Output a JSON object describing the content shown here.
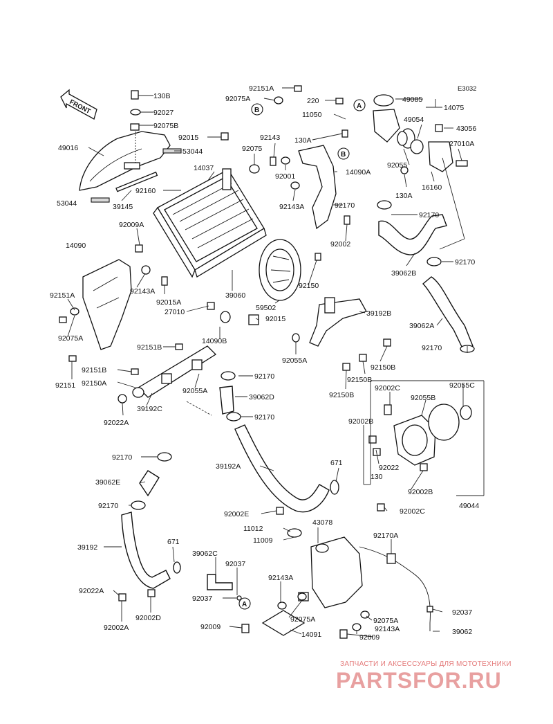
{
  "diagram": {
    "ref_code": "E3032",
    "front_label": "FRONT",
    "callouts": [
      "A",
      "B"
    ],
    "part_labels": [
      "130B",
      "92027",
      "92075B",
      "49016",
      "53044",
      "53044",
      "92160",
      "39145",
      "92015",
      "14037",
      "92009A",
      "14090",
      "92143A",
      "92015A",
      "27010",
      "39060",
      "92151A",
      "92075A",
      "92151",
      "92151B",
      "92151B",
      "92150A",
      "39192C",
      "92022A",
      "14090B",
      "92055A",
      "92170",
      "39062D",
      "92170",
      "92170",
      "39062E",
      "92170",
      "39192",
      "92022A",
      "92002A",
      "92002D",
      "671",
      "39192A",
      "92002E",
      "39062C",
      "92037",
      "92037",
      "11012",
      "11009",
      "43078",
      "92143A",
      "92075A",
      "92009",
      "14091",
      "92143A",
      "92075A",
      "92009",
      "92170A",
      "92037",
      "39062",
      "92151A",
      "92075A",
      "92075",
      "92143",
      "92001",
      "92143A",
      "220",
      "11050",
      "130A",
      "14090A",
      "92170",
      "92002",
      "49085",
      "14075",
      "49054",
      "43056",
      "27010A",
      "92055",
      "130A",
      "16160",
      "92170",
      "92170",
      "39062B",
      "39062A",
      "92170",
      "59502",
      "92015",
      "92150",
      "39192B",
      "92055A",
      "92150B",
      "92150B",
      "92150B",
      "92002C",
      "92055C",
      "92055B",
      "92002B",
      "92022",
      "130",
      "671",
      "92002B",
      "49044",
      "92002C"
    ]
  },
  "watermark": {
    "tagline": "ЗАПЧАСТИ И АКСЕССУАРЫ ДЛЯ МОТОТЕХНИКИ",
    "brand": "PARTSFOR.RU"
  }
}
